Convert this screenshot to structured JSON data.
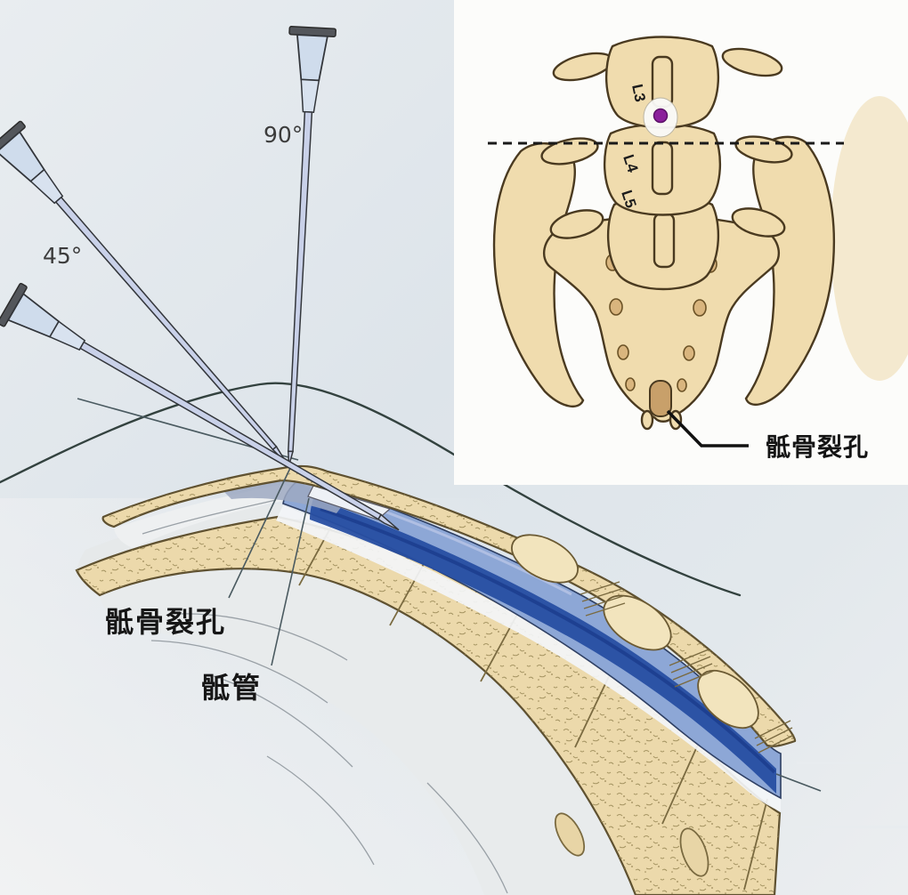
{
  "main_view": {
    "angle_labels": {
      "perpendicular": "90°",
      "oblique": "45°"
    },
    "labels": {
      "sacral_hiatus": "骶骨裂孔",
      "sacral_canal": "骶管"
    },
    "colors": {
      "bone": "#ecd9ab",
      "bone_outline": "#5f5130",
      "canal_light": "#8da7d6",
      "canal_dark": "#274ea2",
      "needle_body": "#c9d1e9",
      "needle_cap": "#53565b",
      "skin_line": "#33423f",
      "background": "#dde4ea"
    }
  },
  "inset_view": {
    "vertebra_labels": [
      "L3",
      "L4",
      "L5"
    ],
    "sacral_hiatus_label": "骶骨裂孔",
    "marker_color": "#8b1f9b",
    "bone_color": "#f0dcae",
    "background": "#fcfcfa"
  }
}
